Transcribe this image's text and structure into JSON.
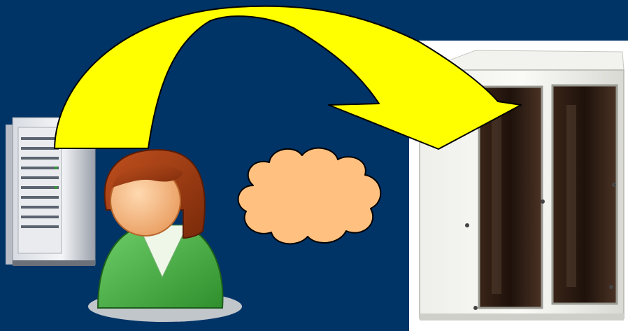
{
  "slide": {
    "background_color": "#003366",
    "elements": [
      {
        "id": "server-tower",
        "icon": "server-tower-icon"
      },
      {
        "id": "user",
        "icon": "user-avatar-icon"
      },
      {
        "id": "arrow",
        "icon": "curved-arrow-icon",
        "color": "#FFFF00"
      },
      {
        "id": "cloud",
        "icon": "cloud-icon",
        "color": "#FFC080"
      },
      {
        "id": "cabinet",
        "icon": "server-cabinet-icon"
      }
    ]
  }
}
